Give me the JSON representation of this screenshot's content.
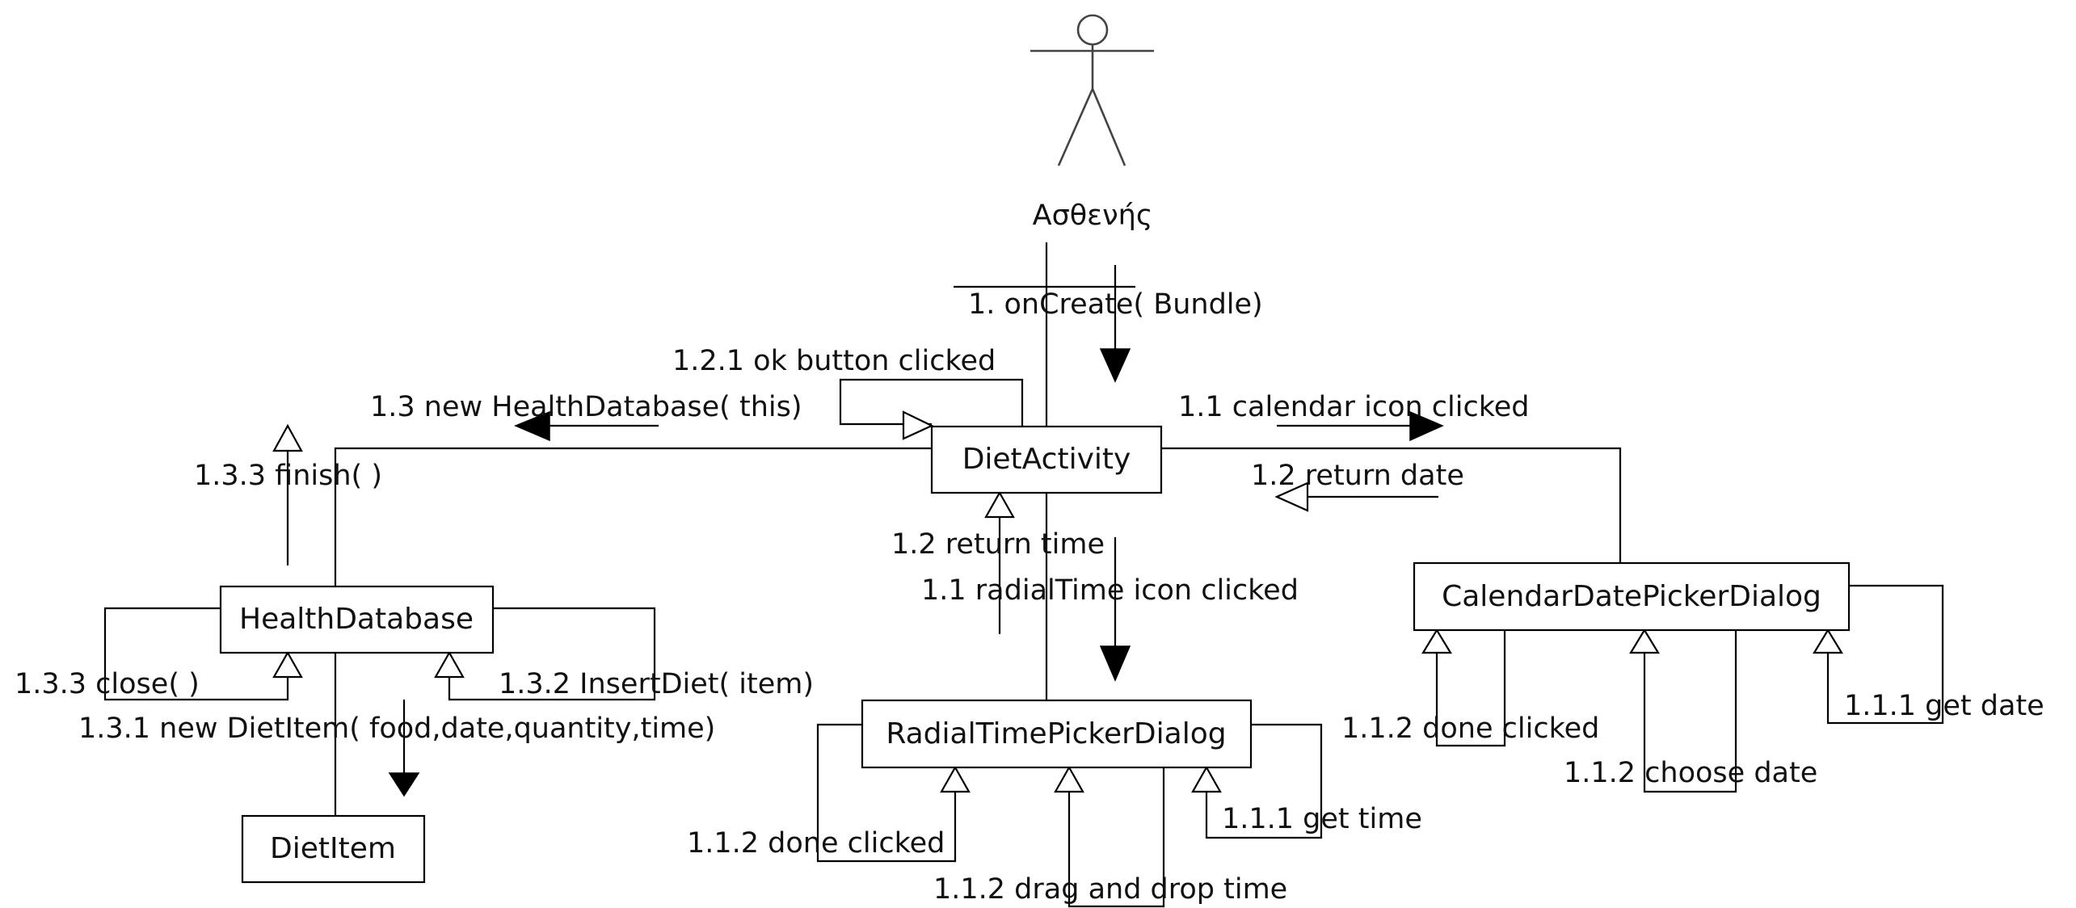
{
  "actor": {
    "name": "Ασθενής"
  },
  "objects": {
    "diet_activity": "DietActivity",
    "health_database": "HealthDatabase",
    "diet_item": "DietItem",
    "radial_time_picker": "RadialTimePickerDialog",
    "calendar_date_picker": "CalendarDatePickerDialog"
  },
  "messages": {
    "on_create": "1. onCreate( Bundle)",
    "ok_button_clicked": "1.2.1 ok button clicked",
    "new_health_database": "1.3 new HealthDatabase( this)",
    "calendar_icon_clicked": "1.1 calendar icon clicked",
    "return_date": "1.2 return date",
    "finish": "1.3.3 finish( )",
    "return_time": "1.2 return time",
    "radial_time_icon_clicked": "1.1 radialTime icon clicked",
    "close": "1.3.3 close( )",
    "insert_diet": "1.3.2 InsertDiet( item)",
    "new_diet_item": "1.3.1 new DietItem( food,date,quantity,time)",
    "time_done_clicked": "1.1.2 done clicked",
    "drag_and_drop_time": "1.1.2 drag and drop time",
    "get_time": "1.1.1 get time",
    "date_done_clicked": "1.1.2 done clicked",
    "choose_date": "1.1.2 choose date",
    "get_date": "1.1.1 get date"
  }
}
